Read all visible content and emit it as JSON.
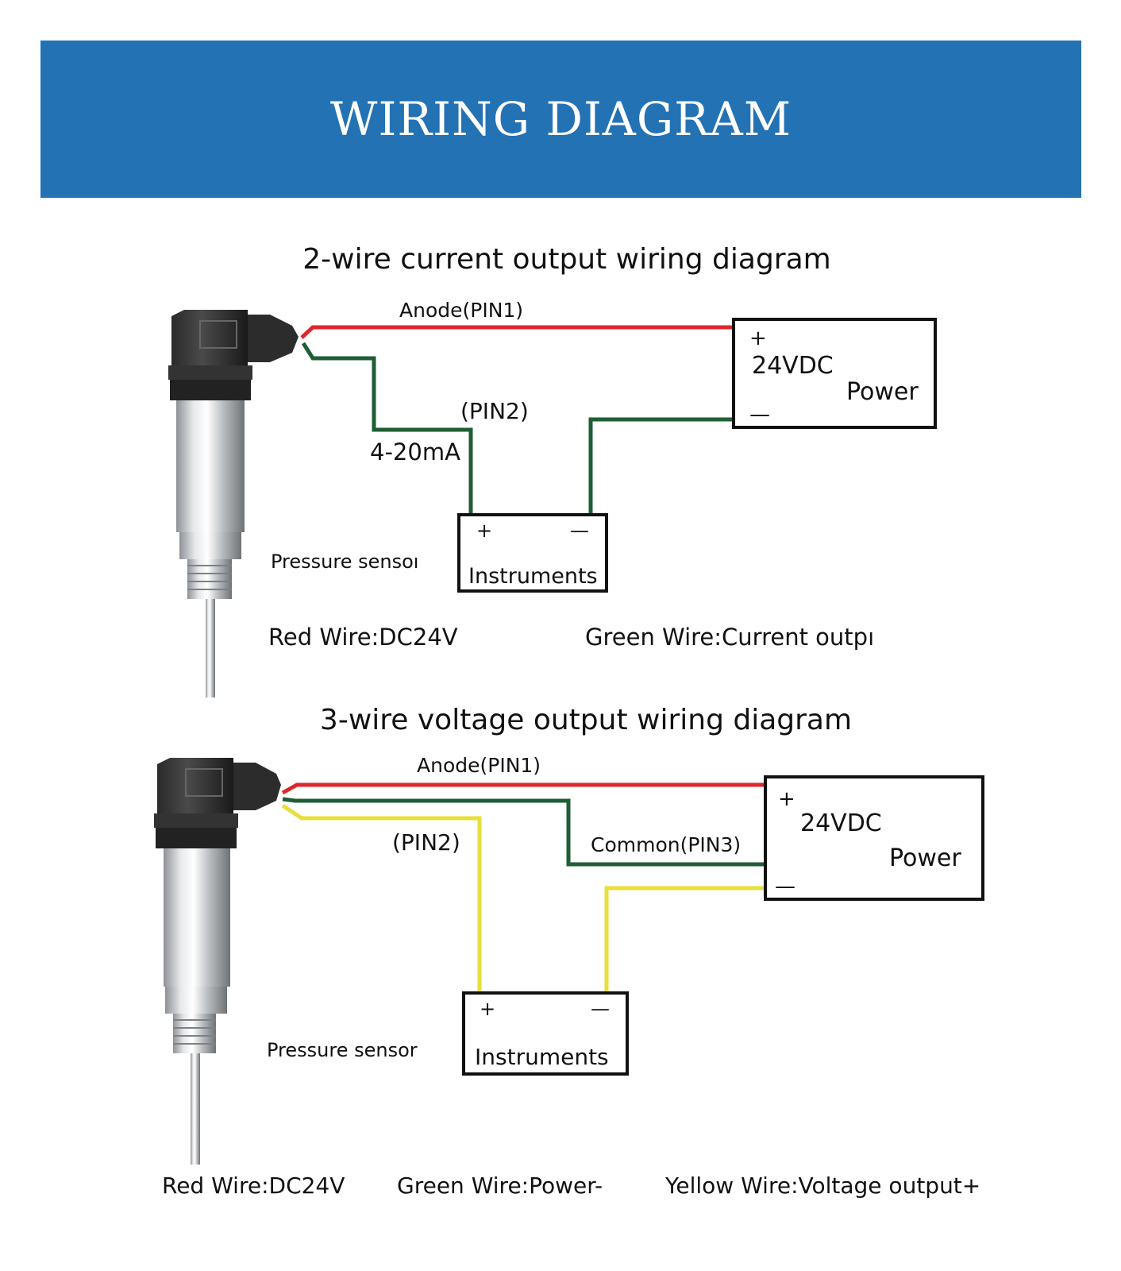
{
  "title": "WIRING DIAGRAM",
  "diagram1": {
    "heading": "2-wire current output wiring diagram",
    "anode_label": "Anode(PIN1)",
    "pin2_label": "(PIN2)",
    "current_label": "4-20mA",
    "power_plus": "+",
    "power_voltage": "24VDC",
    "power_label": "Power",
    "power_minus": "—",
    "instr_plus": "+",
    "instr_minus": "—",
    "instr_label": "Instruments",
    "sensor_label": "Pressure sensoı",
    "legend_red": "Red Wire:DC24V",
    "legend_green": "Green Wire:Current outpı"
  },
  "diagram2": {
    "heading": "3-wire voltage output wiring diagram",
    "anode_label": "Anode(PIN1)",
    "pin2_label": "(PIN2)",
    "common_label": "Common(PIN3)",
    "power_plus": "+",
    "power_voltage": "24VDC",
    "power_label": "Power",
    "power_minus": "—",
    "instr_plus": "+",
    "instr_minus": "—",
    "instr_label": "Instruments",
    "sensor_label": "Pressure sensor",
    "legend_red": "Red Wire:DC24V",
    "legend_green": "Green Wire:Power-",
    "legend_yellow": "Yellow Wire:Voltage output+"
  },
  "colors": {
    "banner": "#2372b4",
    "red_wire": "#e0262a",
    "green_wire": "#1f5e35",
    "yellow_wire": "#e8df3a"
  }
}
